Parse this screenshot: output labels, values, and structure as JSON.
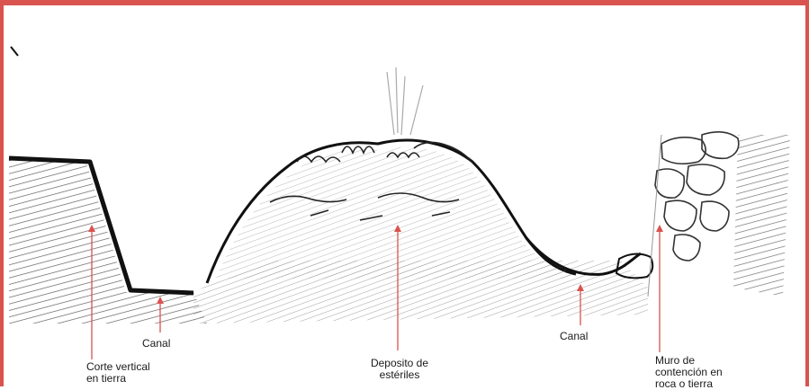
{
  "labels": {
    "canal_left": "Canal",
    "corte_line1": "Corte vertical",
    "corte_line2": "en tierra",
    "deposito_line1": "Deposito de",
    "deposito_line2": "estériles",
    "canal_right": "Canal",
    "muro_line1": "Muro de",
    "muro_line2": "contención en",
    "muro_line3": "roca o tierra"
  },
  "colors": {
    "frame": "#d9534f",
    "leader": "#d9534f",
    "ink": "#111111"
  }
}
